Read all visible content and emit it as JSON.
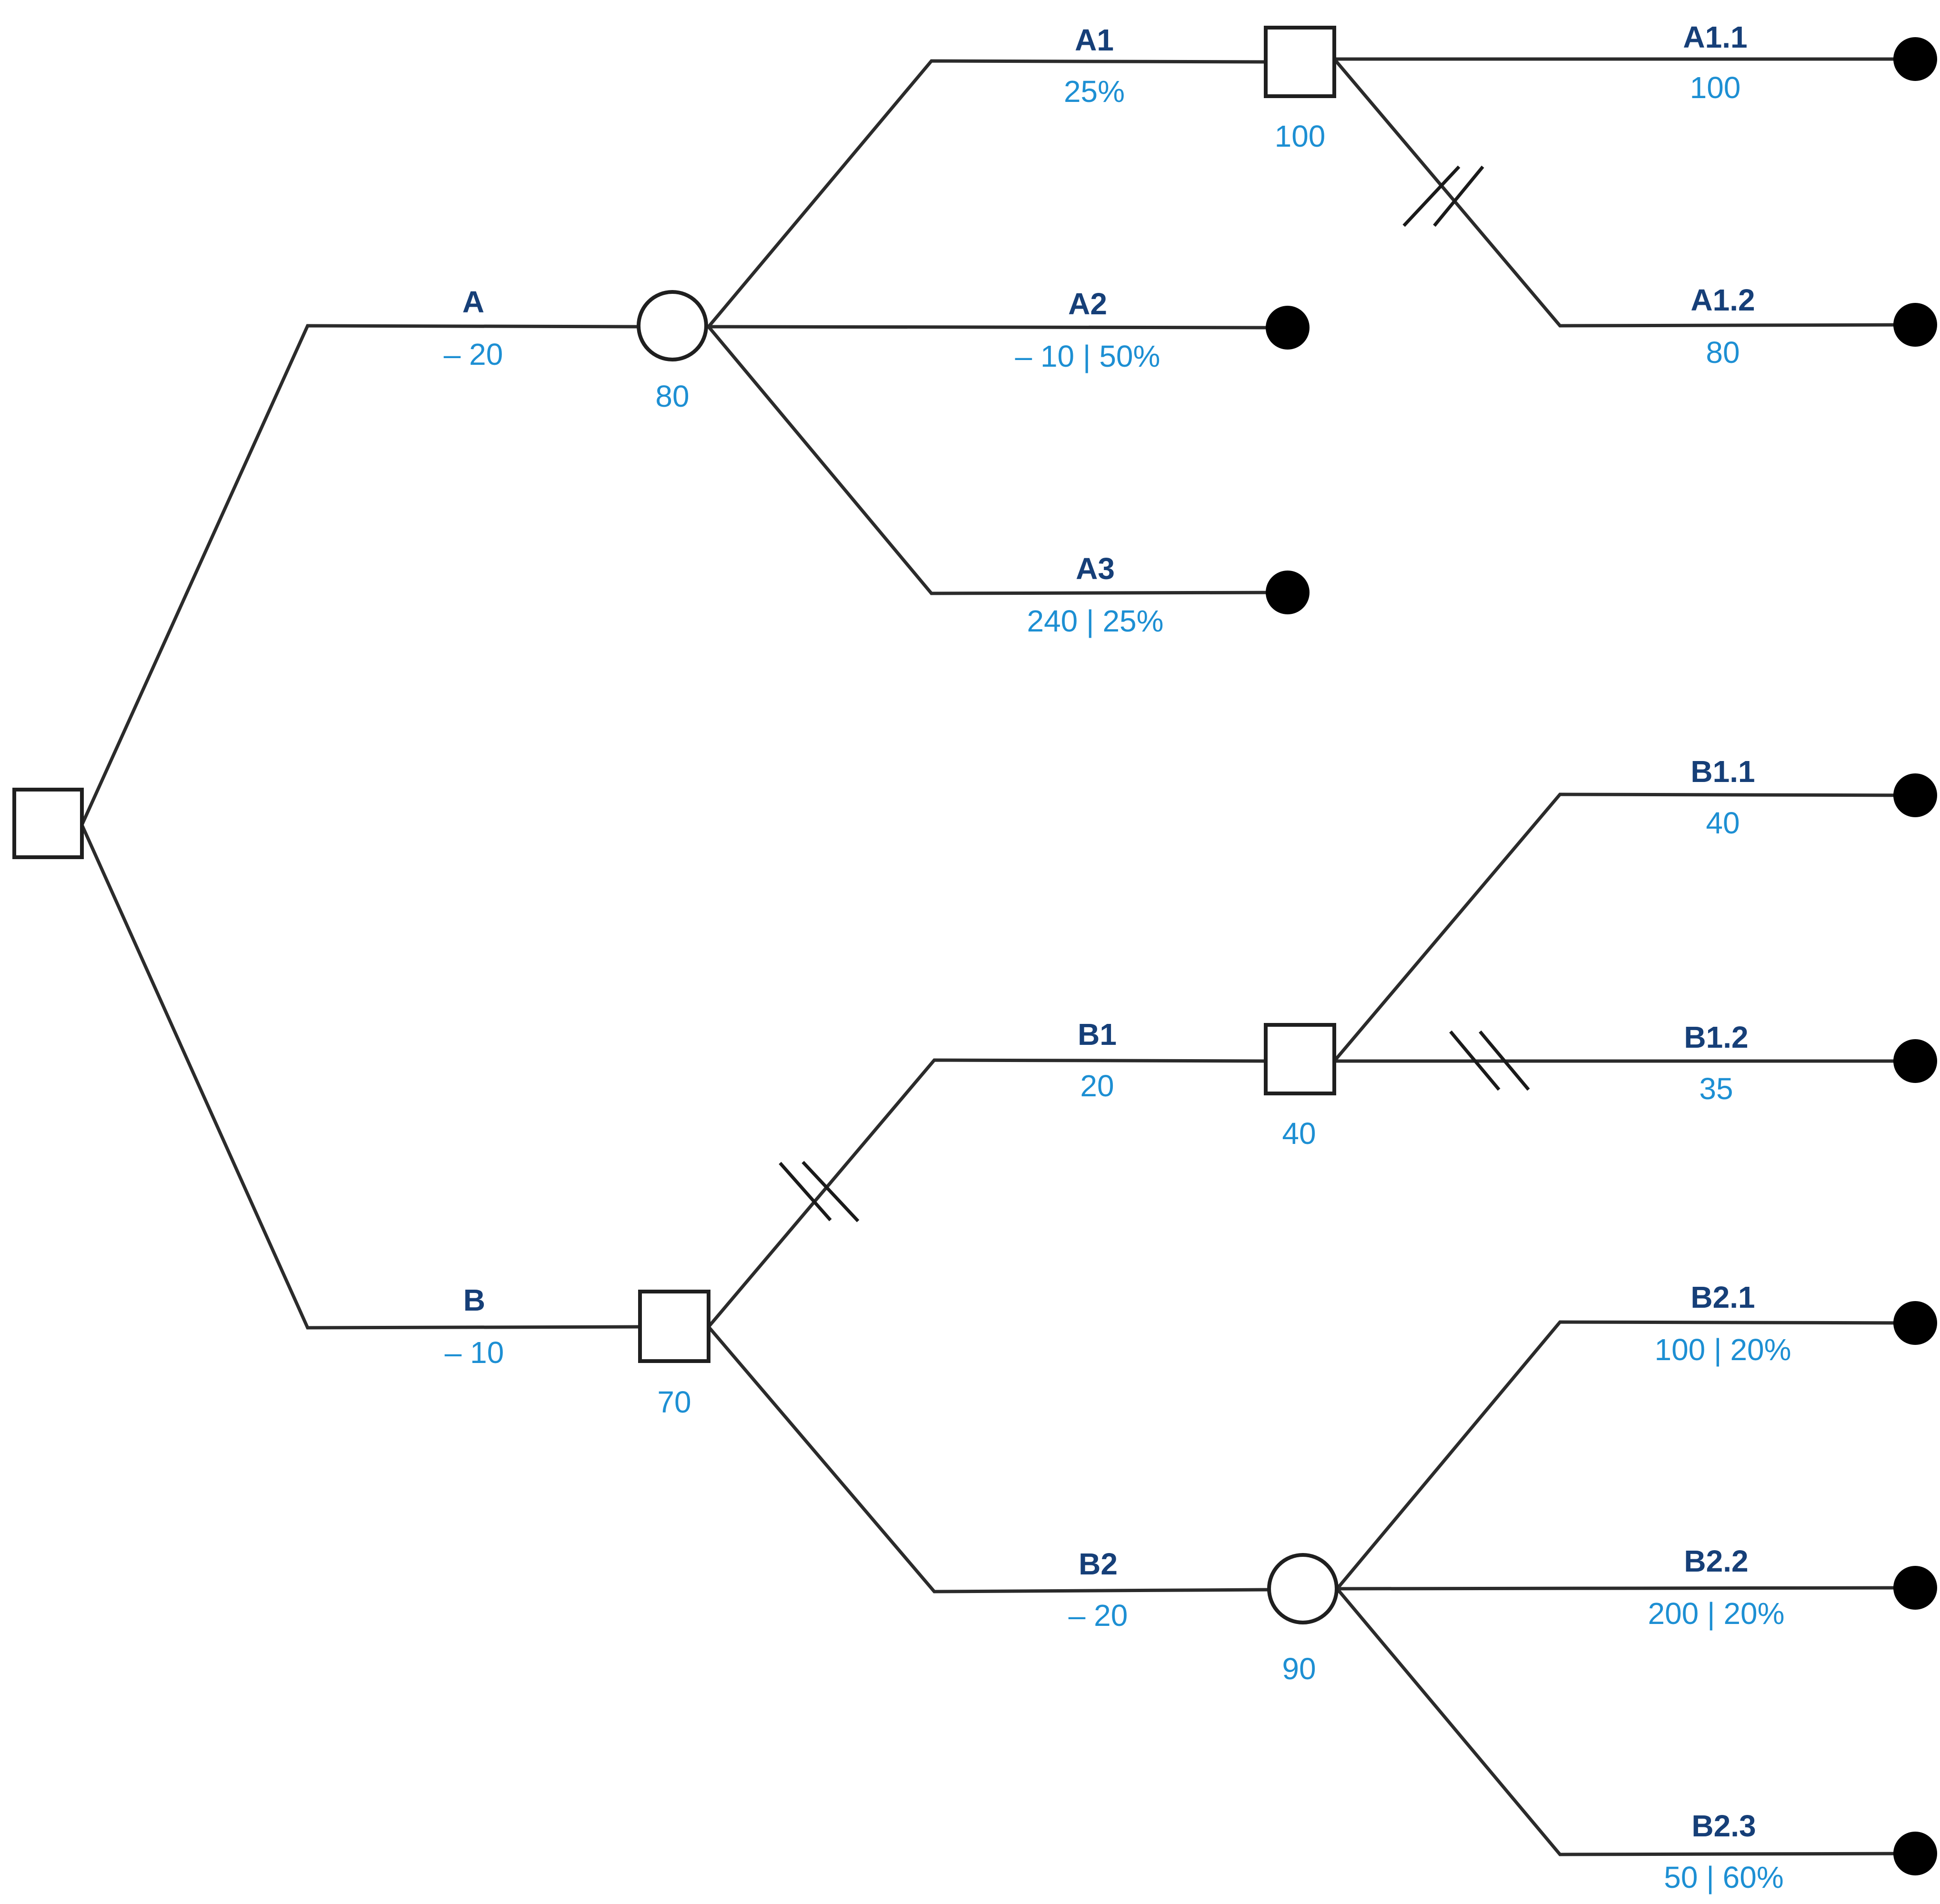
{
  "diagram": {
    "colors": {
      "line": "#2b2b2b",
      "branch_name": "#163f78",
      "branch_value": "#1d8fd3",
      "terminal": "#000000"
    },
    "nodes": {
      "root": {
        "type": "decision",
        "value": ""
      },
      "a": {
        "type": "chance",
        "value": "80"
      },
      "a1": {
        "type": "decision",
        "value": "100"
      },
      "b": {
        "type": "decision",
        "value": "70"
      },
      "b1": {
        "type": "decision",
        "value": "40"
      },
      "b2": {
        "type": "chance",
        "value": "90"
      }
    },
    "branches": {
      "A": {
        "name": "A",
        "value": "– 20"
      },
      "B": {
        "name": "B",
        "value": "– 10"
      },
      "A1": {
        "name": "A1",
        "value": "25%"
      },
      "A2": {
        "name": "A2",
        "value": "– 10 | 50%"
      },
      "A3": {
        "name": "A3",
        "value": "240 | 25%"
      },
      "A1_1": {
        "name": "A1.1",
        "value": "100"
      },
      "A1_2": {
        "name": "A1.2",
        "value": "80",
        "pruned": true
      },
      "B1": {
        "name": "B1",
        "value": "20"
      },
      "B2": {
        "name": "B2",
        "value": "– 20",
        "pruned_from_b": true
      },
      "B1_1": {
        "name": "B1.1",
        "value": "40"
      },
      "B1_2": {
        "name": "B1.2",
        "value": "35",
        "pruned": true
      },
      "B2_1": {
        "name": "B2.1",
        "value": "100 | 20%"
      },
      "B2_2": {
        "name": "B2.2",
        "value": "200 | 20%"
      },
      "B2_3": {
        "name": "B2.3",
        "value": "50 | 60%"
      }
    }
  }
}
